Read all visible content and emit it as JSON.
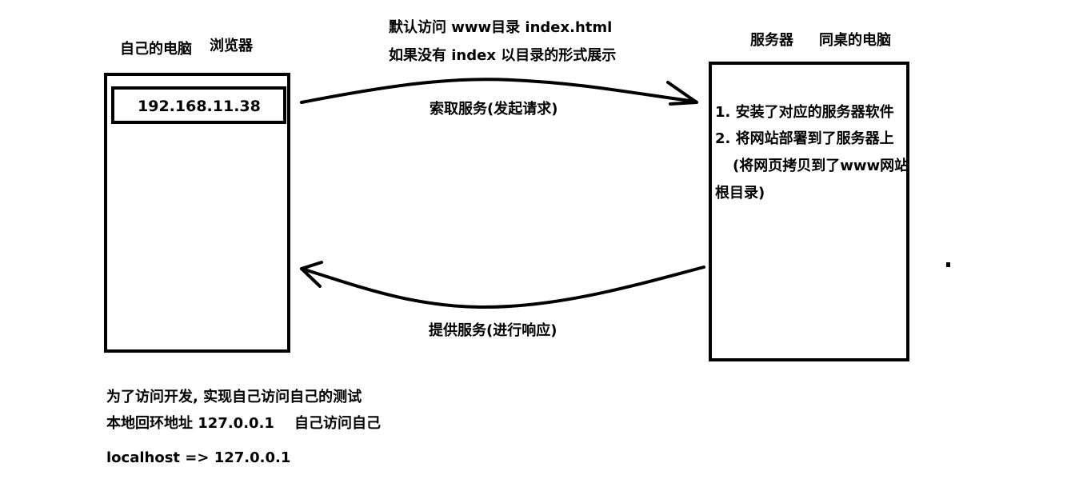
{
  "client": {
    "title_pc": "自己的电脑",
    "title_browser": "浏览器",
    "address_value": "192.168.11.38"
  },
  "server": {
    "title_server": "服务器",
    "title_pc": "同桌的电脑",
    "line1": "1. 安装了对应的服务器软件",
    "line2": "2. 将网站部署到了服务器上",
    "line3": "(将网页拷贝到了www网站",
    "line4": "根目录)"
  },
  "request": {
    "note_line1": "默认访问 www目录 index.html",
    "note_line2": "如果没有 index 以目录的形式展示",
    "label": "索取服务(发起请求)"
  },
  "response": {
    "label": "提供服务(进行响应)"
  },
  "footer": {
    "line1": "为了访问开发, 实现自己访问自己的测试",
    "line2": "本地回环地址 127.0.0.1    自己访问自己",
    "line3": "localhost => 127.0.0.1"
  },
  "colors": {
    "ink": "#000000",
    "background": "#ffffff"
  }
}
